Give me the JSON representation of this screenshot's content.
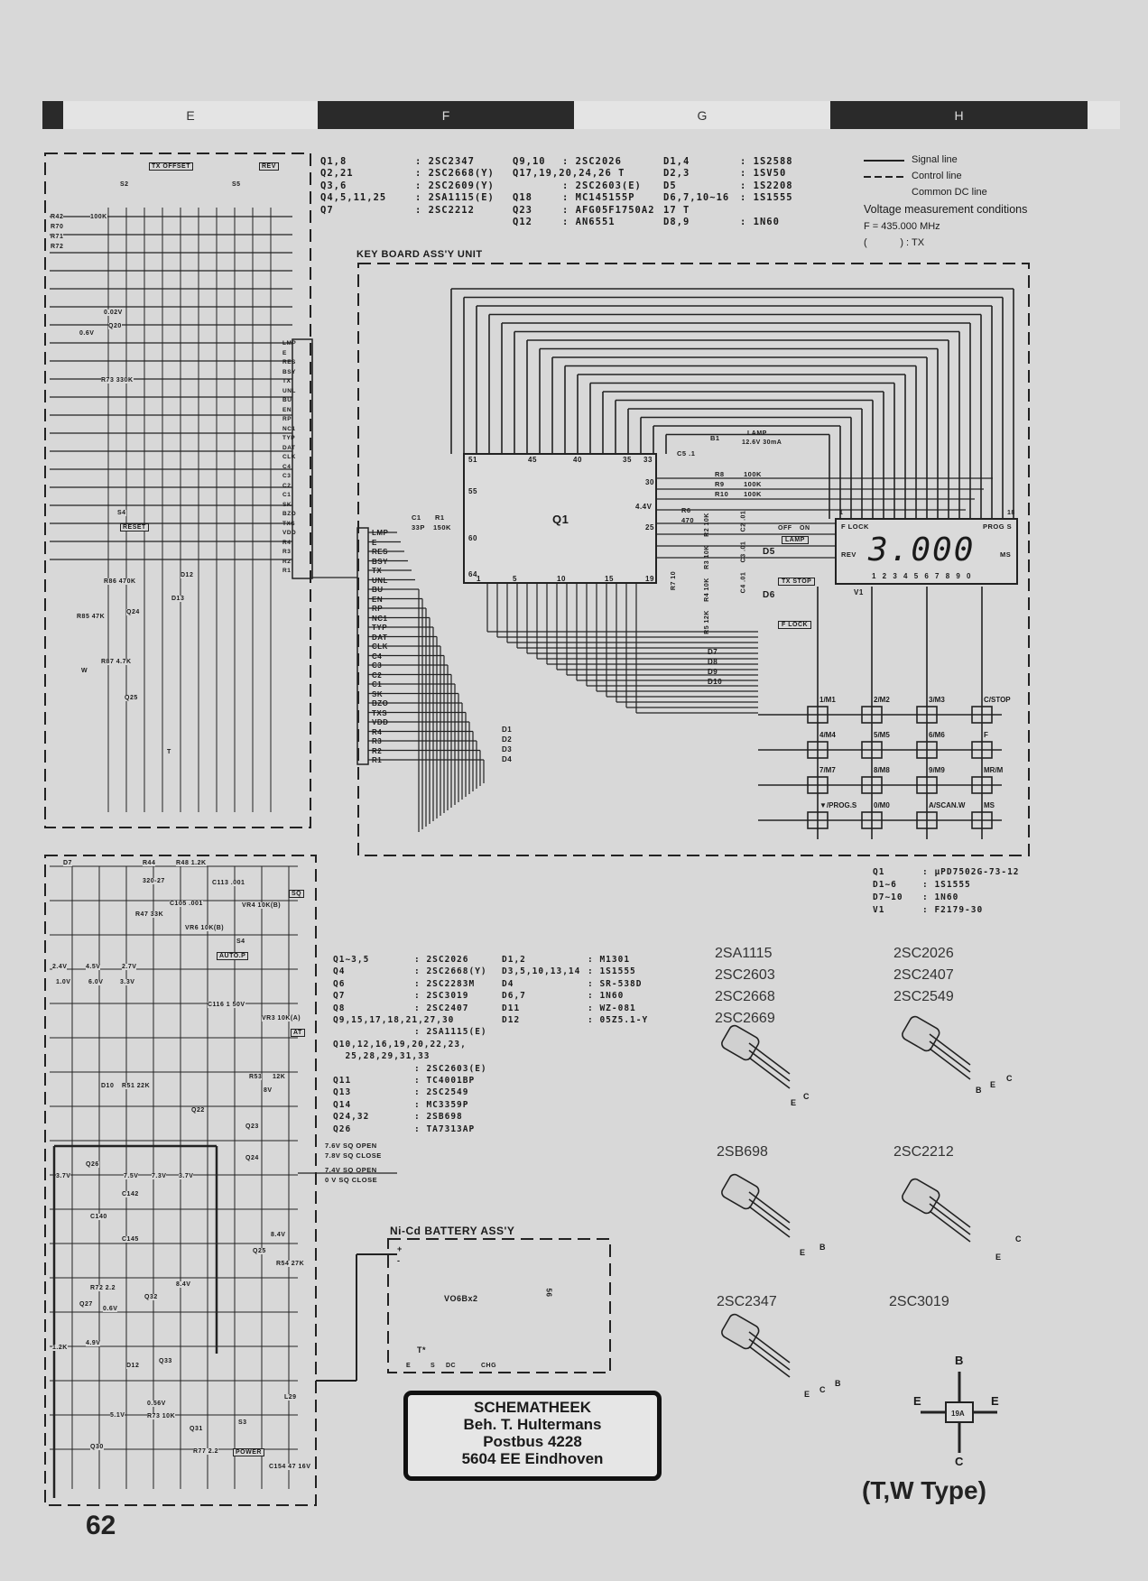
{
  "column_headers": [
    "E",
    "F",
    "G",
    "H"
  ],
  "top_parts": {
    "col1": [
      [
        "Q1,8",
        "2SC2347"
      ],
      [
        "Q2,21",
        "2SC2668(Y)"
      ],
      [
        "Q3,6",
        "2SC2609(Y)"
      ],
      [
        "Q4,5,11,25",
        "2SA1115(E)"
      ],
      [
        "Q7",
        "2SC2212"
      ]
    ],
    "col2": [
      [
        "Q9,10",
        "2SC2026"
      ],
      [
        "Q17,19,20,24,26 T",
        ""
      ],
      [
        "",
        "2SC2603(E)"
      ],
      [
        "Q18",
        "MC145155P"
      ],
      [
        "Q23",
        "AFG05F1750A2"
      ],
      [
        "Q12",
        "AN6551"
      ]
    ],
    "col3": [
      [
        "D1,4",
        "1S2588"
      ],
      [
        "D2,3",
        "1SV50"
      ],
      [
        "D5",
        "1S2208"
      ],
      [
        "D6,7,10~16",
        "1S1555"
      ],
      [
        "17 T",
        ""
      ],
      [
        "D8,9",
        "1N60"
      ]
    ]
  },
  "legend": {
    "signal": "Signal line",
    "control": "Control line",
    "common_dc": "Common DC line",
    "conditions_title": "Voltage measurement conditions",
    "frequency": "F = 435.000 MHz",
    "tx_note": "(            ) : TX"
  },
  "keyboard": {
    "title": "KEY BOARD ASS'Y UNIT",
    "pins": [
      "LMP",
      "E",
      "RES",
      "BSY",
      "TX",
      "UNL",
      "BU",
      "EN",
      "RP",
      "NC1",
      "TYP",
      "DAT",
      "CLK",
      "C4",
      "C3",
      "C2",
      "C1",
      "SK",
      "BZO",
      "TXS",
      "VDD",
      "R4",
      "R3",
      "R2",
      "R1"
    ],
    "ic_label": "Q1",
    "ic_pins_top": [
      "51",
      "45",
      "40",
      "35",
      "33"
    ],
    "ic_pins_side": [
      "30",
      "55",
      "60",
      "64",
      "25",
      "4.4V"
    ],
    "ic_pins_bottom": [
      "1",
      "5",
      "10",
      "15",
      "19"
    ],
    "components": {
      "c1": "C1",
      "c1v": "33P",
      "r1": "R1",
      "r1v": "150K",
      "c5": "C5  .1",
      "b1": "B1",
      "lamp": "LAMP",
      "lamp_spec": "12.6V 30mA",
      "r8": "R8",
      "r9": "R9",
      "r10": "R10",
      "rv": "100K",
      "r6": "R6",
      "r6v": "470",
      "r7": "R7 10",
      "r2": "R2 10K",
      "r3": "R3 10K",
      "r4": "R4 10K",
      "r5": "R5 12K",
      "c2": "C2 .01",
      "c3": "C3 .01",
      "c4": "C4 .01",
      "d5": "D5",
      "d6": "D6",
      "off": "OFF",
      "on": "ON",
      "sw_lamp": "LAMP",
      "sw_txstop": "TX STOP",
      "sw_flock": "F LOCK",
      "d7": "D7",
      "d8": "D8",
      "d9": "D9",
      "d10": "D10",
      "d1": "D1",
      "d2": "D2",
      "d3": "D3",
      "d4": "D4"
    },
    "display": {
      "f_lock": "F LOCK",
      "rev": "REV",
      "prog_s": "PROG S",
      "ms": "MS",
      "reading": "3.000",
      "digits": "1 2 3 4 5 6 7 8 9 0",
      "label": "V1",
      "pin_first": "1",
      "pin_last": "18"
    },
    "keys": [
      [
        "1/M1",
        "2/M2",
        "3/M3",
        "C/STOP"
      ],
      [
        "4/M4",
        "5/M5",
        "6/M6",
        "F"
      ],
      [
        "7/M7",
        "8/M8",
        "9/M9",
        "MR/M"
      ],
      [
        "▼/PROG.S",
        "0/M0",
        "A/SCAN.W",
        "MS"
      ]
    ],
    "parts": [
      [
        "Q1",
        "µPD7502G-73-12"
      ],
      [
        "D1~6",
        "1S1555"
      ],
      [
        "D7~10",
        "1N60"
      ],
      [
        "V1",
        "F2179-30"
      ]
    ]
  },
  "bottom_parts": {
    "col1": [
      [
        "Q1~3,5",
        "2SC2026"
      ],
      [
        "Q4",
        "2SC2668(Y)"
      ],
      [
        "Q6",
        "2SC2283M"
      ],
      [
        "Q7",
        "2SC3019"
      ],
      [
        "Q8",
        "2SC2407"
      ],
      [
        "Q9,15,17,18,21,27,30",
        ""
      ],
      [
        "",
        "2SA1115(E)"
      ],
      [
        "Q10,12,16,19,20,22,23,",
        ""
      ],
      [
        "  25,28,29,31,33",
        ""
      ],
      [
        "",
        "2SC2603(E)"
      ],
      [
        "Q11",
        "TC4001BP"
      ],
      [
        "Q13",
        "2SC2549"
      ],
      [
        "Q14",
        "MC3359P"
      ],
      [
        "Q24,32",
        "2SB698"
      ],
      [
        "Q26",
        "TA7313AP"
      ]
    ],
    "col2": [
      [
        "D1,2",
        "M1301"
      ],
      [
        "D3,5,10,13,14",
        "1S1555"
      ],
      [
        "D4",
        "SR-538D"
      ],
      [
        "D6,7",
        "1N60"
      ],
      [
        "D11",
        "WZ-081"
      ],
      [
        "D12",
        "05Z5.1-Y"
      ]
    ]
  },
  "transistors": {
    "group1": [
      "2SA1115",
      "2SC2603",
      "2SC2668",
      "2SC2669"
    ],
    "group2": [
      "2SC2026",
      "2SC2407",
      "2SC2549"
    ],
    "group3": "2SB698",
    "group4": "2SC2212",
    "group5": "2SC2347",
    "group6": "2SC3019",
    "pin_e": "E",
    "pin_b": "B",
    "pin_c": "C",
    "pkg": "19A"
  },
  "battery": {
    "title": "Ni-Cd BATTERY ASS'Y",
    "cell": "VO6Bx2",
    "resistor": "56",
    "switch": "T*",
    "terminals": [
      "E",
      "S",
      "DC",
      "CHG"
    ],
    "plus": "+",
    "minus": "-"
  },
  "sq_notes": [
    "7.6V  SQ  OPEN",
    "7.8V  SQ  CLOSE",
    "7.4V  SQ  OPEN",
    "0 V  SQ  CLOSE"
  ],
  "left_labels": {
    "tx_offset": "TX OFFSET",
    "rev": "REV",
    "s2": "S2",
    "s5": "S5",
    "s4": "S4",
    "reset": "RESET",
    "r42": "R42",
    "r70": "R70",
    "r71": "R71",
    "r72": "R72",
    "r100k": "100K",
    "q20": "Q20",
    "v002": "0.02V",
    "v06": "0.6V",
    "r73": "R73 330K",
    "q24": "Q24",
    "q25": "Q25",
    "r85": "R85 47K",
    "r86": "R86 470K",
    "r87": "R87 4.7K",
    "d12": "D12",
    "d13": "D13",
    "w": "W",
    "t": "T",
    "d7": "D7",
    "r44": "R44",
    "r44v": "320-27",
    "r48": "R48 1.2K",
    "c113": "C113 .001",
    "r47": "R47 33K",
    "c105": "C105 .001",
    "vr4": "VR4 10K(B)",
    "sq": "SQ",
    "s4b": "S4",
    "autop": "AUTO.P",
    "vr6": "VR6 10K(B)",
    "c116": "C116 1 50V",
    "vr3": "VR3 10K(A)",
    "at": "AT",
    "v24": "2.4V",
    "v45": "4.5V",
    "v27": "2.7V",
    "v10": "1.0V",
    "v60": "6.0V",
    "v33": "3.3V",
    "d10": "D10",
    "r51": "R51 22K",
    "q22": "Q22",
    "r53": "R53",
    "k12": "12K",
    "v8": "8V",
    "q23": "Q23",
    "q24b": "Q24",
    "q26": "Q26",
    "v37": "3.7V",
    "v75": "7.5V",
    "v73": "7.3V",
    "v37b": "3.7V",
    "c142": "C142",
    "c140": "C140",
    "c145": "C145",
    "q25b": "Q25",
    "v84": "8.4V",
    "r54": "R54 27K",
    "q27": "Q27",
    "q32": "Q32",
    "q33": "Q33",
    "r72b": "R72 2.2",
    "v84b": "8.4V",
    "v06b": "0.6V",
    "v49": "4.9V",
    "k12b": "1.2K",
    "d12b": "D12",
    "v51": "5.1V",
    "q30": "Q30",
    "q31": "Q31",
    "v056": "0.56V",
    "r73b": "R73 10K",
    "s3": "S3",
    "power": "POWER",
    "r77": "R77 2.2",
    "c154": "C154 47 16V",
    "l29": "L29"
  },
  "stamp": [
    "SCHEMATHEEK",
    "Beh. T. Hultermans",
    "Postbus 4228",
    "5604 EE  Eindhoven"
  ],
  "type_note": "(T,W Type)",
  "page_number": "62"
}
